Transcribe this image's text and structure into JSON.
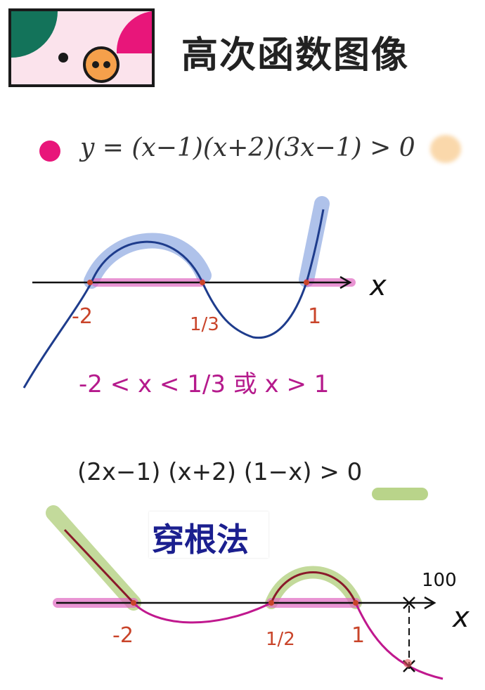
{
  "header": {
    "title": "高次函数图像"
  },
  "example1": {
    "equation": "y = (x−1)(x+2)(3x−1) > 0",
    "roots": [
      "-2",
      "1/3",
      "1"
    ],
    "axis_label": "x",
    "solution": "-2 < x < 1/3  或  x > 1"
  },
  "example2": {
    "equation": "(2x−1) (x+2) (1−x) > 0",
    "roots": [
      "-2",
      "1/2",
      "1"
    ],
    "axis_label": "x",
    "annotation_top": "100",
    "method_label": "穿根法"
  },
  "colors": {
    "pink": "#e8167a",
    "blue": "#1e3c8c",
    "orange_red": "#c9442a",
    "green_highlight": "#b9d48a",
    "logo_green": "#13735a"
  }
}
